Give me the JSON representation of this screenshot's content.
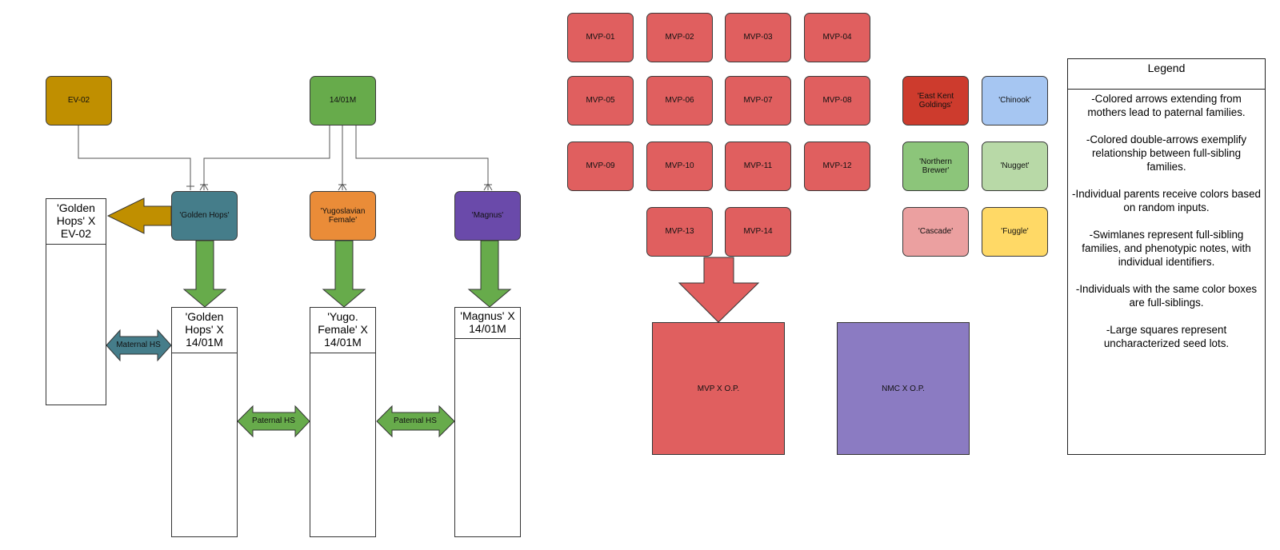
{
  "colors": {
    "ev02": "#c08f00",
    "m1401": "#67ab4b",
    "golden_hops": "#457d8a",
    "yugo": "#ea8c38",
    "magnus": "#6a4aaa",
    "mvp": "#e05f5f",
    "east_kent": "#cd3b2d",
    "chinook": "#a6c6f2",
    "northern_brewer": "#8cc57a",
    "nugget": "#b8d9a7",
    "cascade": "#eba0a0",
    "fuggle": "#ffd966",
    "nmc": "#8b7bc2",
    "green_arrow": "#67ab4b",
    "teal_arrow": "#457d8a",
    "gold_arrow": "#c08f00"
  },
  "parents": {
    "ev02": "EV-02",
    "m1401": "14/01M",
    "golden_hops": "'Golden Hops'",
    "yugo": "'Yugoslavian Female'",
    "magnus": "'Magnus'"
  },
  "lanes": {
    "gh_ev02": "'Golden Hops' X EV-02",
    "gh_1401": "'Golden Hops' X 14/01M",
    "yugo_1401": "'Yugo. Female' X 14/01M",
    "magnus_1401": "'Magnus' X 14/01M"
  },
  "arrows": {
    "maternal_hs": "Maternal HS",
    "paternal_hs_1": "Paternal HS",
    "paternal_hs_2": "Paternal HS"
  },
  "mvp": [
    "MVP-01",
    "MVP-02",
    "MVP-03",
    "MVP-04",
    "MVP-05",
    "MVP-06",
    "MVP-07",
    "MVP-08",
    "MVP-09",
    "MVP-10",
    "MVP-11",
    "MVP-12",
    "MVP-13",
    "MVP-14"
  ],
  "varieties": {
    "east_kent": "'East Kent Goldings'",
    "chinook": "'Chinook'",
    "northern_brewer": "'Northern Brewer'",
    "nugget": "'Nugget'",
    "cascade": "'Cascade'",
    "fuggle": "'Fuggle'"
  },
  "seed_lots": {
    "mvp_op": "MVP X O.P.",
    "nmc_op": "NMC X O.P."
  },
  "legend": {
    "title": "Legend",
    "items": [
      "-Colored arrows extending from mothers lead to paternal families.",
      "-Colored double-arrows exemplify relationship between full-sibling families.",
      "-Individual parents receive colors based on random inputs.",
      "-Swimlanes represent full-sibling families, and phenotypic notes, with individual identifiers.",
      "-Individuals with the same color boxes are full-siblings.",
      "-Large squares represent uncharacterized seed lots."
    ]
  }
}
